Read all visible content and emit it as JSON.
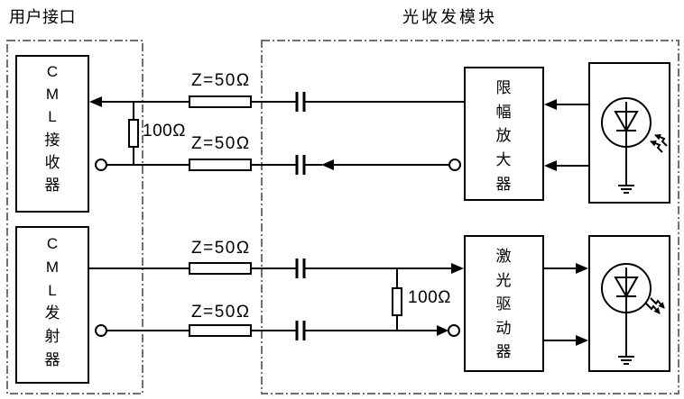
{
  "sections": {
    "user_interface": {
      "title": "用户接口"
    },
    "optical_module": {
      "title": "光收发模块"
    }
  },
  "blocks": {
    "cml_receiver": {
      "label": "CML接收器"
    },
    "cml_transmitter": {
      "label": "CML发射器"
    },
    "limiting_amplifier": {
      "label": "限幅放大器"
    },
    "laser_driver": {
      "label": "激光驱动器"
    }
  },
  "receive_path": {
    "trace_p": {
      "impedance": "Z=50Ω"
    },
    "trace_n": {
      "impedance": "Z=50Ω"
    },
    "termination": "100Ω"
  },
  "transmit_path": {
    "trace_p": {
      "impedance": "Z=50Ω"
    },
    "trace_n": {
      "impedance": "Z=50Ω"
    },
    "termination": "100Ω"
  },
  "components": {
    "photodetector": {
      "icon": "photodiode-icon"
    },
    "laser": {
      "icon": "laser-diode-icon"
    },
    "ground": {
      "icon": "ground-icon"
    },
    "coupling_capacitor": {
      "icon": "capacitor-icon"
    },
    "resistor": {
      "icon": "resistor-icon"
    }
  },
  "colors": {
    "line": "#000000",
    "boundary": "#707070",
    "background": "#ffffff"
  }
}
